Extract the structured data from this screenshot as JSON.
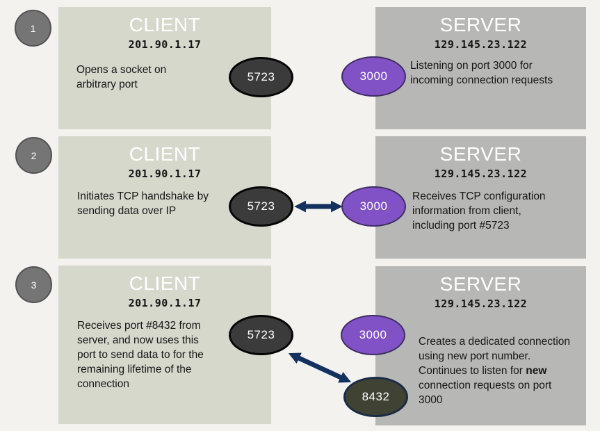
{
  "colors": {
    "page_background": "#f3f2ee",
    "client_box": "#d6d8cc",
    "server_box": "#b7b7b5",
    "step_circle": "#757575",
    "client_port_ellipse": "#3b3b3b",
    "server_listen_port_ellipse": "#8152c5",
    "server_dedicated_port_ellipse": "#404334",
    "arrow": "#13305e",
    "title_text": "#ffffff",
    "body_text": "#161616"
  },
  "rows": [
    {
      "step": "1",
      "client": {
        "title": "CLIENT",
        "ip": "201.90.1.17",
        "description": "Opens a socket on arbitrary port",
        "port": "5723"
      },
      "server": {
        "title": "SERVER",
        "ip": "129.145.23.122",
        "description": "Listening on port 3000 for incoming connection requests",
        "port": "3000"
      }
    },
    {
      "step": "2",
      "client": {
        "title": "CLIENT",
        "ip": "201.90.1.17",
        "description": "Initiates TCP handshake by sending data over IP",
        "port": "5723"
      },
      "server": {
        "title": "SERVER",
        "ip": "129.145.23.122",
        "description": "Receives TCP configuration information from client, including port #5723",
        "port": "3000"
      }
    },
    {
      "step": "3",
      "client": {
        "title": "CLIENT",
        "ip": "201.90.1.17",
        "description": "Receives port #8432 from server, and now uses this port to send data to for the remaining lifetime of the connection",
        "port": "5723"
      },
      "server": {
        "title": "SERVER",
        "ip": "129.145.23.122",
        "description_pre": "Creates a dedicated connection using new port number.  Continues to listen for ",
        "description_bold": "new",
        "description_post": " connection requests on port 3000",
        "listening_port": "3000",
        "dedicated_port": "8432"
      }
    }
  ]
}
